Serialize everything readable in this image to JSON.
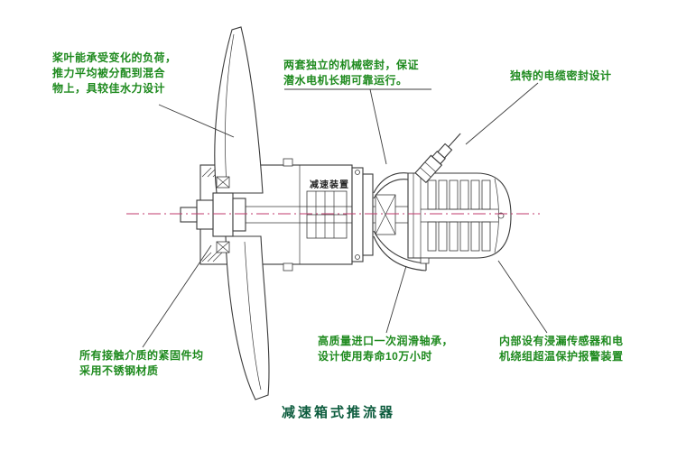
{
  "title": "减速箱式推流器",
  "drawing": {
    "gearbox_label": "减速装置"
  },
  "annotations": {
    "blades": "桨叶能承受变化的负荷，\n推力平均被分配到混合\n物上，具较佳水力设计",
    "seals": "两套独立的机械密封，保证\n潜水电机长期可靠运行。",
    "cable": "独特的电缆密封设计",
    "fasteners": "所有接触介质的紧固件均\n采用不锈钢材质",
    "bearings": "高质量进口一次润滑轴承，\n设计使用寿命10万小时",
    "sensors": "内部设有浸漏传感器和电\n机绕组超温保护报警装置"
  },
  "colors": {
    "annotation_green": "#1e8a1e",
    "title_green": "#0d5c3e",
    "axis_magenta": "#c23b6e",
    "line_color": "#3a3a3a"
  }
}
